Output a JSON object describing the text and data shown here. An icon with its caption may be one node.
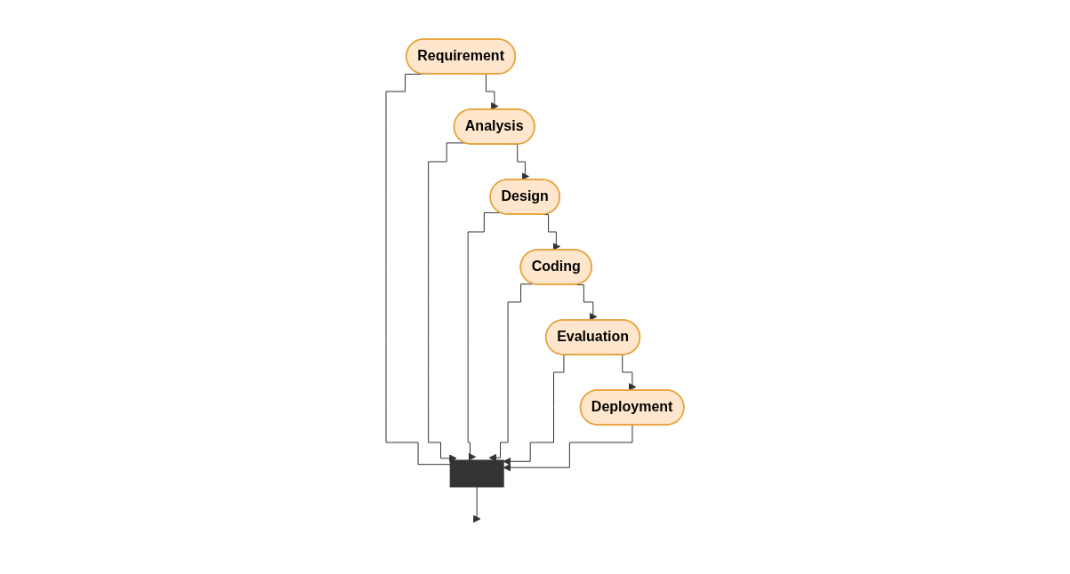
{
  "diagram": {
    "nodes": [
      {
        "text": [
          "Requirement"
        ]
      },
      {
        "text": [
          "Analysis"
        ]
      },
      {
        "text": [
          "Design"
        ]
      },
      {
        "text": [
          "Coding"
        ]
      },
      {
        "text": [
          "Evaluation"
        ]
      },
      {
        "text": [
          "Deployment"
        ]
      },
      {
        "text": [],
        "shape": "bar"
      }
    ],
    "edges": [
      {
        "from": 0,
        "to": 1,
        "arrow": "to"
      },
      {
        "from": 1,
        "to": 2,
        "arrow": "to"
      },
      {
        "from": 2,
        "to": 3,
        "arrow": "to"
      },
      {
        "from": 3,
        "to": 4,
        "arrow": "to"
      },
      {
        "from": 4,
        "to": 5,
        "arrow": "to"
      },
      {
        "from": 0,
        "to": 6,
        "arrow": "none"
      },
      {
        "from": 1,
        "to": 6,
        "arrow": "to"
      },
      {
        "from": 2,
        "to": 6,
        "arrow": "to"
      },
      {
        "from": 3,
        "to": 6,
        "arrow": "to"
      },
      {
        "from": 4,
        "to": 6,
        "arrow": "to"
      },
      {
        "from": 5,
        "to": 6,
        "arrow": "to"
      },
      {
        "from": 6,
        "to": null,
        "arrow": "to"
      }
    ]
  }
}
